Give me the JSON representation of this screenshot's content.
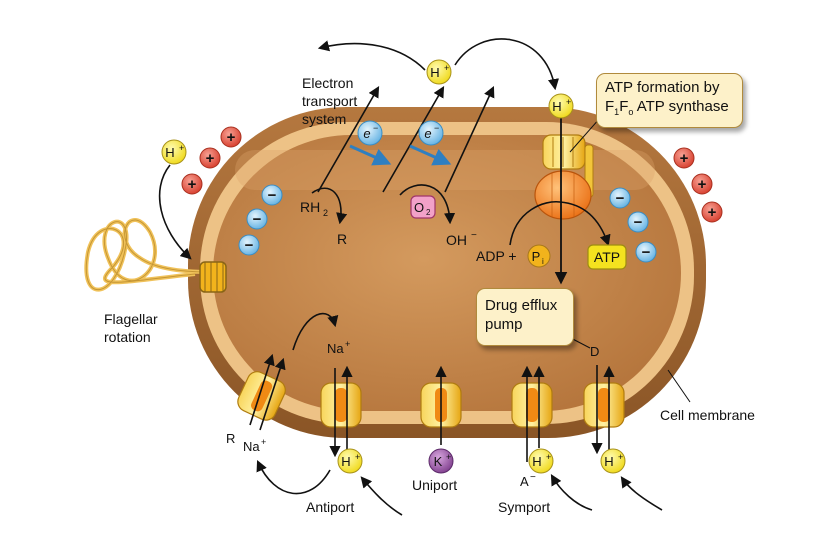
{
  "labels": {
    "electron_transport": [
      "Electron",
      "transport",
      "system"
    ],
    "rh2": "RH",
    "rh2_sub": "2",
    "r_ox": "R",
    "o2": "O",
    "o2_sub": "2",
    "oh": "OH",
    "oh_sup": "−",
    "electron": "e",
    "electron_sup": "−",
    "adp": "ADP +",
    "pi": "P",
    "pi_sub": "i",
    "atp": "ATP",
    "flagellar": [
      "Flagellar",
      "rotation"
    ],
    "cell_membrane": "Cell membrane",
    "na_in": "Na",
    "na_sup": "+",
    "r_out": "R",
    "na_out": "Na",
    "d": "D",
    "a": "A",
    "a_sup": "−",
    "antiport": "Antiport",
    "uniport": "Uniport",
    "symport": "Symport"
  },
  "callouts": {
    "atp_synthase_line1": "ATP formation by",
    "atp_synthase_line2_pre": "F",
    "atp_synthase_sub1": "1",
    "atp_synthase_mid": "F",
    "atp_synthase_sub2": "o",
    "atp_synthase_post": " ATP synthase",
    "drug_efflux": [
      "Drug efflux",
      "pump"
    ]
  },
  "ions": {
    "h": "H",
    "h_sup": "+",
    "k": "K",
    "k_sup": "+",
    "plus": "+",
    "minus": "−"
  },
  "colors": {
    "cytoplasm": "#c98a4e",
    "membrane": "#e8b474",
    "wall": "#9d6431",
    "h_ion": "#f4e21f",
    "k_ion": "#9c5aa7",
    "plus_ion": "#e2523f",
    "minus_ion": "#7cc3ea",
    "protein": "#f2b31c",
    "atp_box": "#f4e21f",
    "electron_arrow": "#2f7fc1"
  }
}
